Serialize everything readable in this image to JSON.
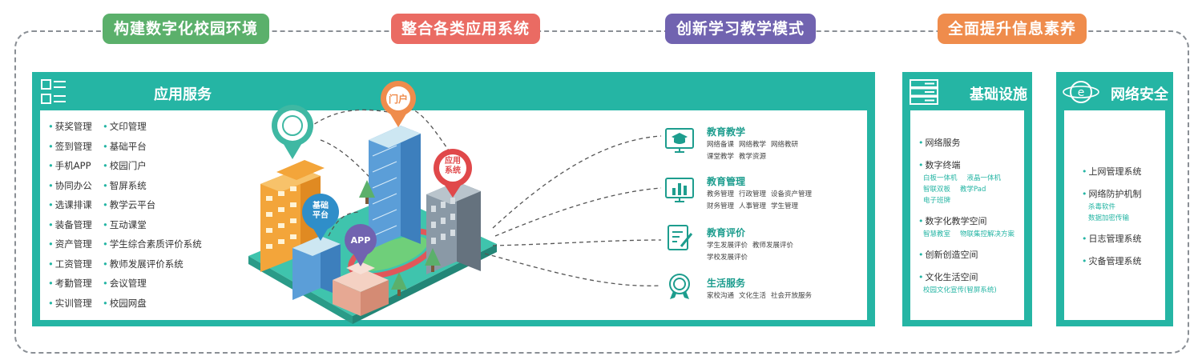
{
  "header_pills": [
    {
      "label": "构建数字化校园环境",
      "color": "#5bb06b"
    },
    {
      "label": "整合各类应用系统",
      "color": "#ea6b63"
    },
    {
      "label": "创新学习教学模式",
      "color": "#7163b0"
    },
    {
      "label": "全面提升信息素养",
      "color": "#ef8c4c"
    }
  ],
  "app_panel": {
    "title": "应用服务",
    "services_left": [
      "获奖管理",
      "签到管理",
      "手机APP",
      "协同办公",
      "选课排课",
      "装备管理",
      "资产管理",
      "工资管理",
      "考勤管理",
      "实训管理"
    ],
    "services_right": [
      "文印管理",
      "基础平台",
      "校园门户",
      "智屏系统",
      "教学云平台",
      "互动课堂",
      "学生综合素质评价系统",
      "教师发展评价系统",
      "会议管理",
      "校园网盘"
    ]
  },
  "map_pins": {
    "portal": "门户",
    "app_system": "应用\n系统",
    "base_platform": "基础\n平台",
    "app": "APP"
  },
  "categories": [
    {
      "title": "教育教学",
      "lines": [
        [
          "网络备课",
          "网络教学",
          "网络教研"
        ],
        [
          "课堂教学",
          "教学资源"
        ]
      ],
      "icon": "graduation-cap-icon"
    },
    {
      "title": "教育管理",
      "lines": [
        [
          "教务管理",
          "行政管理",
          "设备资产管理"
        ],
        [
          "财务管理",
          "人事管理",
          "学生管理"
        ]
      ],
      "icon": "bar-chart-icon"
    },
    {
      "title": "教育评价",
      "lines": [
        [
          "学生发展评价",
          "教师发展评价"
        ],
        [
          "学校发展评价"
        ]
      ],
      "icon": "evaluation-pen-icon"
    },
    {
      "title": "生活服务",
      "lines": [
        [
          "家校沟通",
          "文化生活",
          "社会开放服务"
        ]
      ],
      "icon": "award-medal-icon"
    }
  ],
  "infra_panel": {
    "title": "基础设施",
    "items": [
      {
        "label": "网络服务",
        "subs": []
      },
      {
        "label": "数字终端",
        "subs": [
          [
            "白板一体机",
            "液晶一体机"
          ],
          [
            "智联双板",
            "教学Pad"
          ],
          [
            "电子班牌"
          ]
        ]
      },
      {
        "label": "数字化教学空间",
        "subs": [
          [
            "智慧教室",
            "物联集控解决方案"
          ]
        ]
      },
      {
        "label": "创新创造空间",
        "subs": []
      },
      {
        "label": "文化生活空间",
        "subs": [
          [
            "校园文化宣传(智屏系统)"
          ]
        ]
      }
    ]
  },
  "security_panel": {
    "title": "网络安全",
    "items": [
      {
        "label": "上网管理系统",
        "subs": []
      },
      {
        "label": "网络防护机制",
        "subs": [
          [
            "杀毒软件"
          ],
          [
            "数据加密传输"
          ]
        ]
      },
      {
        "label": "日志管理系统",
        "subs": []
      },
      {
        "label": "灾备管理系统",
        "subs": []
      }
    ]
  },
  "colors": {
    "teal": "#25b5a4",
    "dark_teal": "#1d9d8e"
  }
}
